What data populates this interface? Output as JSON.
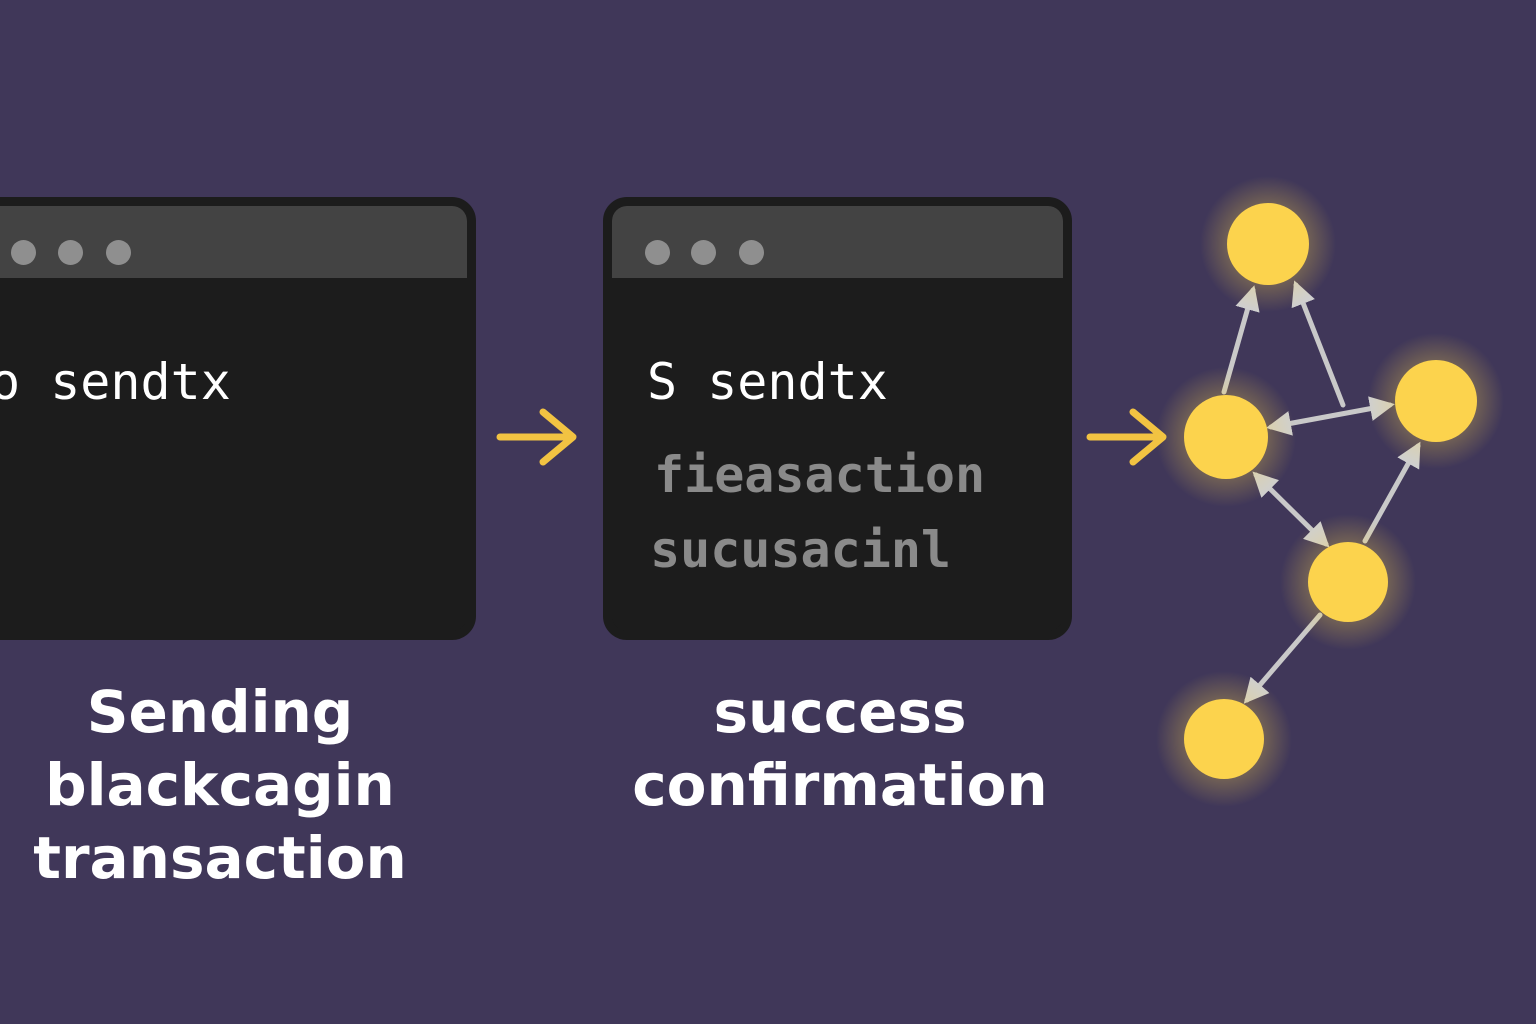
{
  "left_terminal": {
    "command": "o sendtx"
  },
  "right_terminal": {
    "command": "S sendtx",
    "output_line_1": "fieasaction",
    "output_line_2": "sucusacinl"
  },
  "captions": {
    "left": [
      "Sending",
      "blackcagin",
      "transaction"
    ],
    "right": [
      "success",
      "confirmation"
    ]
  },
  "colors": {
    "background": "#403759",
    "terminal": "#1c1c1c",
    "titlebar": "#434343",
    "arrow": "#f2c342",
    "node": "#fcd34d",
    "edge": "#c9c9c9"
  },
  "icons": {
    "flow_arrow": "right-arrow-icon",
    "network_node": "circle-node-icon"
  }
}
